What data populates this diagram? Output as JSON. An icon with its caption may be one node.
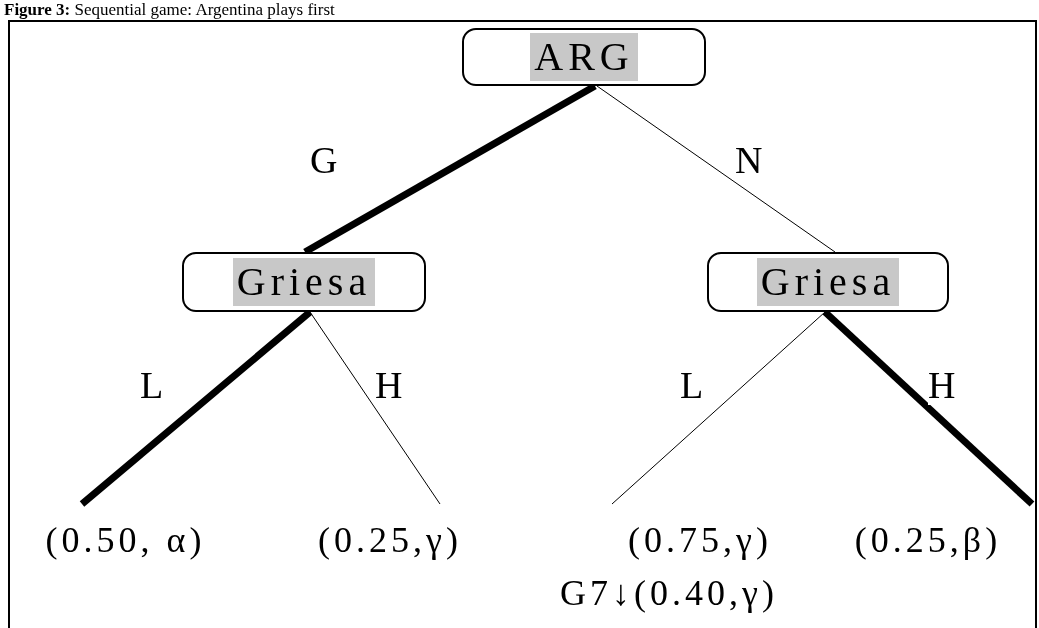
{
  "diagram": {
    "title": "**Figure 3:** Sequential game: Argentina plays first",
    "nodes": [
      {
        "text": [
          "ARG"
        ]
      },
      {
        "text": [
          "Griesa"
        ]
      },
      {
        "text": [
          "Griesa"
        ]
      },
      {
        "text": [
          "(0.50, α)"
        ]
      },
      {
        "text": [
          "(0.25,γ)"
        ]
      },
      {
        "text": [
          "(0.75,γ)"
        ],
        "beside": [
          "G7↓(0.40,γ)"
        ]
      },
      {
        "text": [
          "(0.25,β)"
        ]
      }
    ],
    "edges": [
      {
        "from": 0,
        "to": 1,
        "arrow": "none",
        "label": "G",
        "style": "thick"
      },
      {
        "from": 0,
        "to": 2,
        "arrow": "none",
        "label": "N"
      },
      {
        "from": 1,
        "to": 3,
        "arrow": "none",
        "label": "L",
        "style": "thick"
      },
      {
        "from": 1,
        "to": 4,
        "arrow": "none",
        "label": "H"
      },
      {
        "from": 2,
        "to": 5,
        "arrow": "none",
        "label": "L"
      },
      {
        "from": 2,
        "to": 6,
        "arrow": "none",
        "label": "H",
        "style": "thick"
      }
    ]
  }
}
